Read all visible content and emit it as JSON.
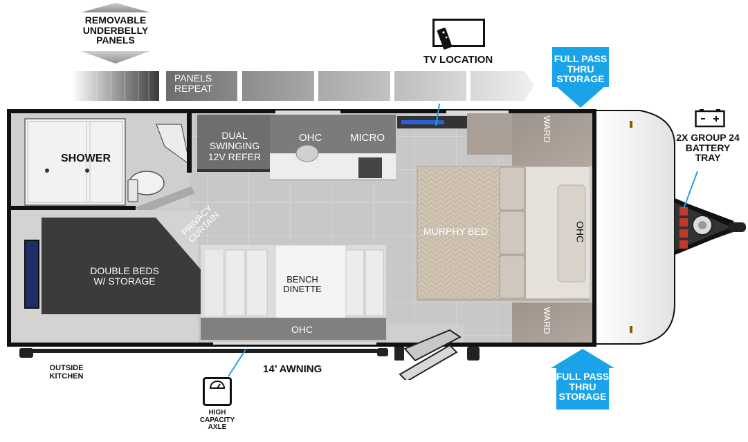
{
  "labels": {
    "removable_panels": [
      "REMOVABLE",
      "UNDERBELLY",
      "PANELS"
    ],
    "panels_repeat": [
      "PANELS",
      "REPEAT"
    ],
    "tv_location": "TV LOCATION",
    "full_pass_top": [
      "FULL PASS",
      "THRU",
      "STORAGE"
    ],
    "full_pass_bottom": [
      "FULL PASS",
      "THRU",
      "STORAGE"
    ],
    "battery": [
      "2X GROUP 24",
      "BATTERY",
      "TRAY"
    ],
    "battery_symbols": "-  +",
    "shower": "SHOWER",
    "dual_refer": [
      "DUAL SWINGING",
      "12V REFER"
    ],
    "ohc_kitchen": "OHC",
    "micro": "MICRO",
    "privacy_curtain": [
      "PRIVACY",
      "CURTAIN"
    ],
    "double_beds": [
      "DOUBLE BEDS",
      "W/ STORAGE"
    ],
    "bench_dinette": [
      "BENCH",
      "DINETTE"
    ],
    "ohc_dinette": "OHC",
    "murphy_bed": "MURPHY BED",
    "ohc_front": "OHC",
    "ward_top": "WARD",
    "ward_bottom": "WARD",
    "awning": "14’ AWNING",
    "outside_kitchen": [
      "OUTSIDE",
      "KITCHEN"
    ],
    "high_capacity_axle": [
      "HIGH CAPACITY",
      "AXLE"
    ]
  },
  "colors": {
    "accent_blue": "#1aa3e8",
    "floor": "#c9c9c9",
    "wall": "#1a1a1a",
    "bed_dark": "#3a3a3a",
    "murphy": "#cbbfb0"
  }
}
